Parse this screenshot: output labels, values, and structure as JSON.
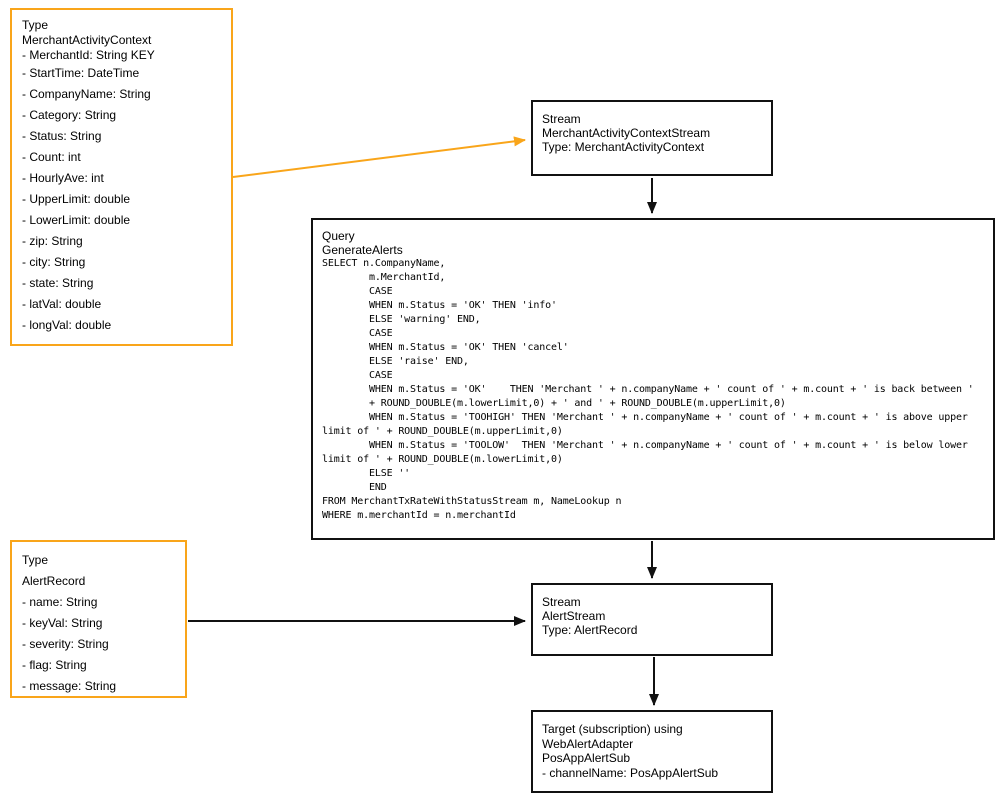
{
  "colors": {
    "type_border": "#F9A51A",
    "node_border": "#111111",
    "arrow_orange": "#F9A51A",
    "arrow_black": "#111111",
    "background": "#ffffff"
  },
  "type_merchant_activity_context": {
    "kind": "Type",
    "name": "MerchantActivityContext",
    "key_field": "- MerchantId: String KEY",
    "fields": [
      "- StartTime: DateTime",
      "- CompanyName: String",
      "- Category: String",
      "- Status: String",
      "- Count: int",
      "- HourlyAve: int",
      "- UpperLimit: double",
      "- LowerLimit: double",
      "- zip: String",
      "- city: String",
      "- state: String",
      "- latVal: double",
      "- longVal: double"
    ]
  },
  "stream_merchant_activity": {
    "kind": "Stream",
    "name": "MerchantActivityContextStream",
    "type_line": "Type: MerchantActivityContext"
  },
  "query_generate_alerts": {
    "kind": "Query",
    "name": "GenerateAlerts",
    "code_lines": [
      "SELECT n.CompanyName,",
      "        m.MerchantId,",
      "        CASE",
      "        WHEN m.Status = 'OK' THEN 'info'",
      "        ELSE 'warning' END,",
      "        CASE",
      "        WHEN m.Status = 'OK' THEN 'cancel'",
      "        ELSE 'raise' END,",
      "        CASE",
      "        WHEN m.Status = 'OK'    THEN 'Merchant ' + n.companyName + ' count of ' + m.count + ' is back between '",
      "        + ROUND_DOUBLE(m.lowerLimit,0) + ' and ' + ROUND_DOUBLE(m.upperLimit,0)",
      "        WHEN m.Status = 'TOOHIGH' THEN 'Merchant ' + n.companyName + ' count of ' + m.count + ' is above upper",
      "limit of ' + ROUND_DOUBLE(m.upperLimit,0)",
      "        WHEN m.Status = 'TOOLOW'  THEN 'Merchant ' + n.companyName + ' count of ' + m.count + ' is below lower",
      "limit of ' + ROUND_DOUBLE(m.lowerLimit,0)",
      "        ELSE ''",
      "        END",
      "FROM MerchantTxRateWithStatusStream m, NameLookup n",
      "WHERE m.merchantId = n.merchantId"
    ]
  },
  "type_alert_record": {
    "kind": "Type",
    "name": "AlertRecord",
    "fields": [
      "- name: String",
      "- keyVal: String",
      "- severity: String",
      "- flag: String",
      "- message: String"
    ]
  },
  "stream_alert": {
    "kind": "Stream",
    "name": "AlertStream",
    "type_line": "Type: AlertRecord"
  },
  "target_subscription": {
    "line1": "Target (subscription) using",
    "line2": "WebAlertAdapter",
    "line3": "PosAppAlertSub",
    "line4": "- channelName: PosAppAlertSub"
  }
}
